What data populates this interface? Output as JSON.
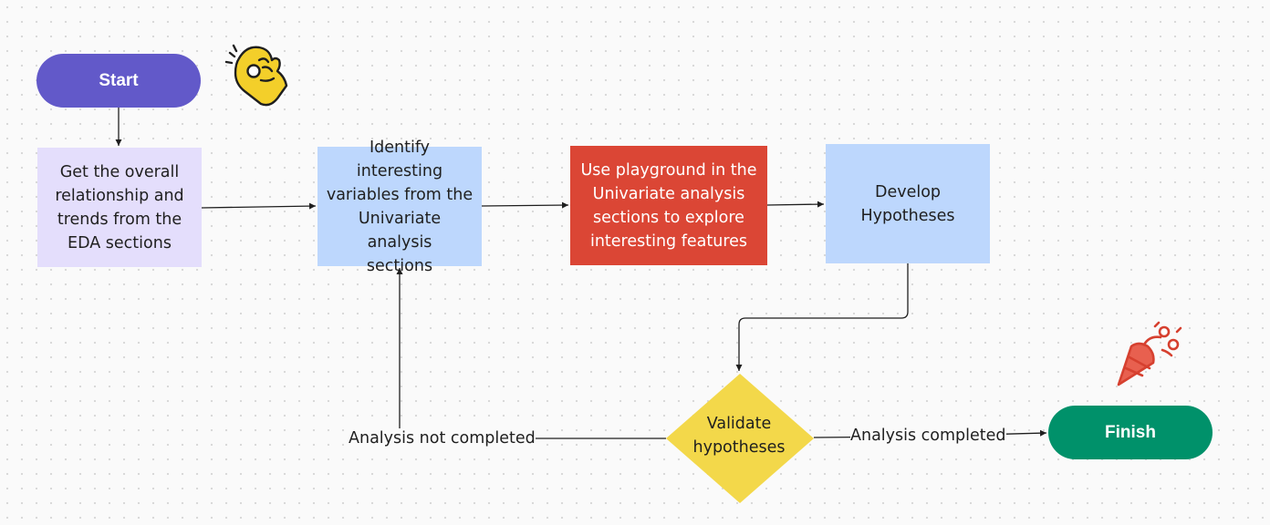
{
  "nodes": {
    "start": "Start",
    "finish": "Finish",
    "eda": {
      "lines": [
        "Get the overall",
        "relationship and",
        "trends from the",
        "EDA sections"
      ]
    },
    "identify": {
      "lines": [
        "Identify interesting",
        "variables from the",
        "Univariate analysis",
        "sections"
      ]
    },
    "playground": {
      "lines": [
        "Use playground in the",
        "Univariate analysis",
        "sections to explore",
        "interesting features"
      ]
    },
    "develop": {
      "lines": [
        "Develop",
        "Hypotheses"
      ]
    },
    "validate": {
      "lines": [
        "Validate",
        "hypotheses"
      ]
    }
  },
  "edge_labels": {
    "not_completed": "Analysis not completed",
    "completed": "Analysis completed"
  },
  "colors": {
    "start": "#6259c9",
    "finish": "#00916a",
    "eda": "#e4defc",
    "identify": "#bdd7fd",
    "playground": "#db4635",
    "develop": "#bdd7fd",
    "validate": "#f3d84a"
  },
  "stickers": [
    "ok-hand-icon",
    "party-popper-icon"
  ]
}
